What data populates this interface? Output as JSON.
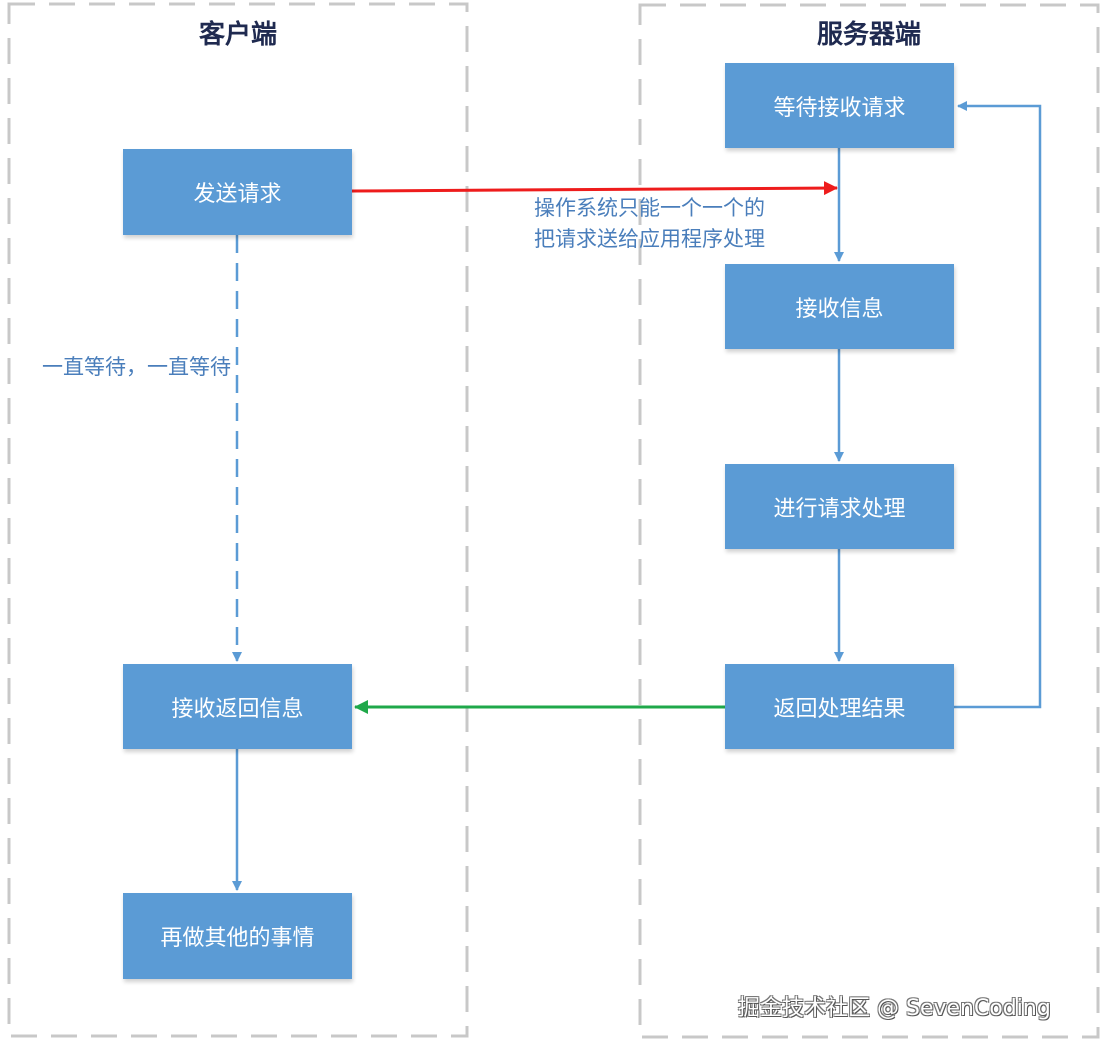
{
  "colors": {
    "box_fill": "#5b9bd5",
    "flow_line": "#5b9bd5",
    "request_arrow": "#ee1c1c",
    "response_arrow": "#1fa84a",
    "lane_border": "#c8c8c8",
    "note_text": "#4a7ebb"
  },
  "lanes": {
    "client": {
      "title": "客户端"
    },
    "server": {
      "title": "服务器端"
    }
  },
  "client_steps": [
    {
      "id": "send-request",
      "label": "发送请求"
    },
    {
      "id": "receive-response",
      "label": "接收返回信息"
    },
    {
      "id": "do-other-things",
      "label": "再做其他的事情"
    }
  ],
  "server_steps": [
    {
      "id": "wait-request",
      "label": "等待接收请求"
    },
    {
      "id": "receive-info",
      "label": "接收信息"
    },
    {
      "id": "process-request",
      "label": "进行请求处理"
    },
    {
      "id": "return-result",
      "label": "返回处理结果"
    }
  ],
  "annotations": {
    "waiting": "一直等待，一直等待",
    "os_note_line1": "操作系统只能一个一个的",
    "os_note_line2": "把请求送给应用程序处理"
  },
  "watermark": "掘金技术社区 @ SevenCoding"
}
